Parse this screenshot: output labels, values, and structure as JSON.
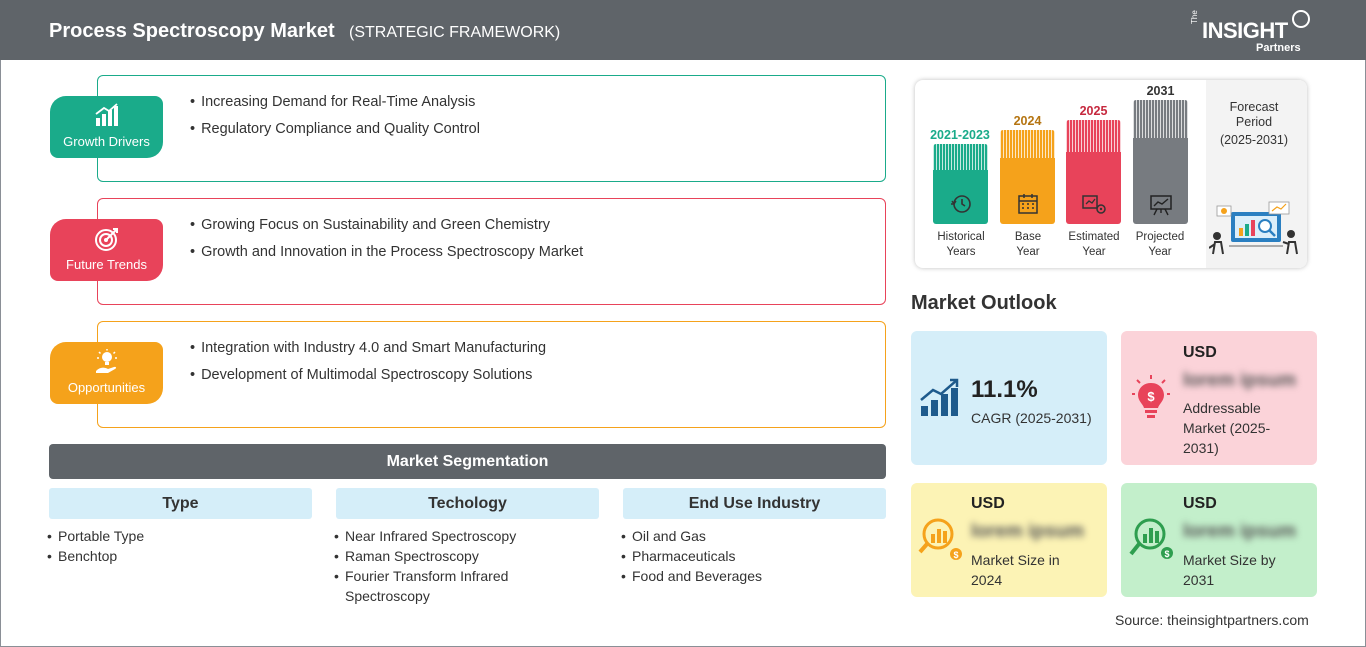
{
  "header": {
    "title": "Process Spectroscopy Market",
    "subtitle": "(STRATEGIC FRAMEWORK)",
    "logo_the": "The",
    "logo_insight": "INSIGHT",
    "logo_partners": "Partners"
  },
  "cards": [
    {
      "badge": "Growth Drivers",
      "color": "#1aab8a",
      "items": [
        "Increasing Demand for Real-Time Analysis",
        "Regulatory Compliance and Quality Control"
      ]
    },
    {
      "badge": "Future Trends",
      "color": "#e8435a",
      "items": [
        "Growing Focus on Sustainability and Green Chemistry",
        "Growth and Innovation in the Process Spectroscopy Market"
      ]
    },
    {
      "badge": "Opportunities",
      "color": "#f5a21b",
      "items": [
        "Integration with Industry 4.0 and Smart Manufacturing",
        "Development of Multimodal Spectroscopy Solutions"
      ]
    }
  ],
  "segmentation": {
    "title": "Market Segmentation",
    "columns": [
      {
        "header": "Type",
        "items": [
          "Portable Type",
          "Benchtop"
        ]
      },
      {
        "header": "Techology",
        "items": [
          "Near Infrared Spectroscopy",
          "Raman Spectroscopy",
          "Fourier Transform Infrared Spectroscopy"
        ]
      },
      {
        "header": "End Use Industry",
        "items": [
          "Oil and Gas",
          "Pharmaceuticals",
          "Food and Beverages"
        ]
      }
    ]
  },
  "timeline": {
    "bars": [
      {
        "year": "2021-2023",
        "label_line1": "Historical",
        "label_line2": "Years",
        "color": "#1aab8a"
      },
      {
        "year": "2024",
        "label_line1": "Base",
        "label_line2": "Year",
        "color": "#f5a21b"
      },
      {
        "year": "2025",
        "label_line1": "Estimated",
        "label_line2": "Year",
        "color": "#e8435a"
      },
      {
        "year": "2031",
        "label_line1": "Projected",
        "label_line2": "Year",
        "color": "#777b80"
      }
    ],
    "forecast_title": "Forecast Period",
    "forecast_range": "(2025-2031)"
  },
  "outlook": {
    "title": "Market Outlook",
    "cagr_value": "11.1%",
    "cagr_label": "CAGR (2025-2031)",
    "addressable": {
      "currency": "USD",
      "value": "lorem ipsum",
      "label": "Addressable Market (2025-2031)"
    },
    "size_2024": {
      "currency": "USD",
      "value": "lorem ipsum",
      "label": "Market Size in 2024"
    },
    "size_2031": {
      "currency": "USD",
      "value": "lorem ipsum",
      "label": "Market Size by 2031"
    }
  },
  "source": "Source: theinsightpartners.com"
}
